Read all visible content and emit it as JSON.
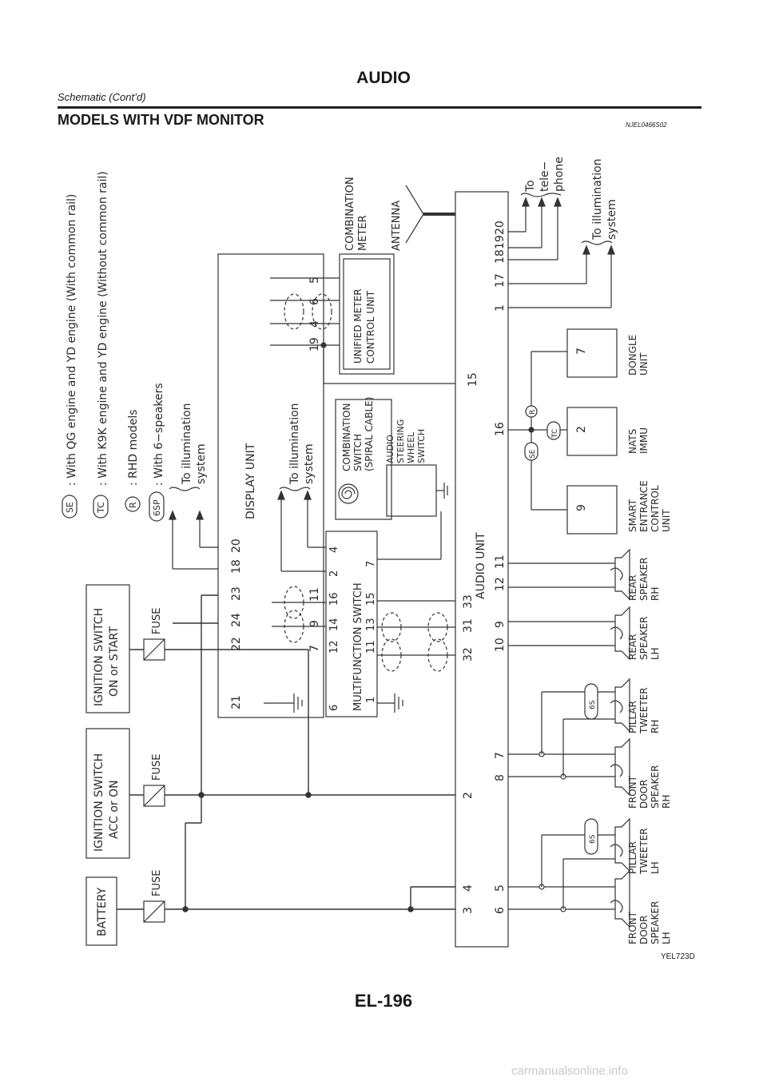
{
  "header": {
    "title": "AUDIO",
    "subtitle": "Schematic (Cont’d)"
  },
  "section": {
    "title": "MODELS WITH VDF MONITOR",
    "code": "NJEL0466S02"
  },
  "figure_code": "YEL723D",
  "page_number": "EL-196",
  "watermark": "carmanualsonline.info",
  "legend": [
    {
      "symbol": "SE",
      "text": ": With QG engine and YD engine (With common rail)"
    },
    {
      "symbol": "TC",
      "text": ": With K9K engine and YD engine (Without common rail)"
    },
    {
      "symbol": "R",
      "text": ": RHD models"
    },
    {
      "symbol": "6SP",
      "text": ": With 6−speakers"
    }
  ],
  "components": {
    "battery": "BATTERY",
    "ign_acc_1": "IGNITION SWITCH",
    "ign_acc_2": "ACC or ON",
    "ign_on_1": "IGNITION SWITCH",
    "ign_on_2": "ON or START",
    "fuse": "FUSE",
    "display_unit": "DISPLAY UNIT",
    "multifunction_switch": "MULTIFUNCTION SWITCH",
    "audio_unit": "AUDIO UNIT",
    "combo_meter_1": "COMBINATION",
    "combo_meter_2": "METER",
    "umcu_1": "UNIFIED METER",
    "umcu_2": "CONTROL UNIT",
    "antenna": "ANTENNA",
    "combo_switch_1": "COMBINATION",
    "combo_switch_2": "SWITCH",
    "combo_switch_3": "(SPIRAL CABLE)",
    "steer_1": "AUDIO",
    "steer_2": "STEERING",
    "steer_3": "WHEEL",
    "steer_4": "SWITCH",
    "illum_1": "To illumination",
    "illum_2": "system",
    "tel_1": "To",
    "tel_2": "tele−",
    "tel_3": "phone",
    "smart_1": "SMART",
    "smart_2": "ENTRANCE",
    "smart_3": "CONTROL",
    "smart_4": "UNIT",
    "nats_1": "NATS",
    "nats_2": "IMMU",
    "dongle_1": "DONGLE",
    "dongle_2": "UNIT",
    "fds_lh_1": "FRONT",
    "fds_lh_2": "DOOR",
    "fds_lh_3": "SPEAKER",
    "fds_lh_4": "LH",
    "ptw_lh_1": "PILLAR",
    "ptw_lh_2": "TWEETER",
    "ptw_lh_3": "LH",
    "fds_rh_1": "FRONT",
    "fds_rh_2": "DOOR",
    "fds_rh_3": "SPEAKER",
    "fds_rh_4": "RH",
    "ptw_rh_1": "PILLAR",
    "ptw_rh_2": "TWEETER",
    "ptw_rh_3": "RH",
    "rsp_lh_1": "REAR",
    "rsp_lh_2": "SPEAKER",
    "rsp_lh_3": "LH",
    "rsp_rh_1": "REAR",
    "rsp_rh_2": "SPEAKER",
    "rsp_rh_3": "RH",
    "six_s": "6S",
    "smart_pin": "9",
    "nats_pin": "2",
    "dongle_pin": "7"
  },
  "pins": {
    "display_top": [
      "21",
      "22",
      "24",
      "23",
      "18",
      "20",
      "19",
      "4",
      "6",
      "5"
    ],
    "display_bottom": [
      "7",
      "9",
      "11"
    ],
    "mfs_top": [
      "6",
      "12",
      "14",
      "16",
      "2",
      "4"
    ],
    "mfs_bottom": [
      "1",
      "11",
      "13",
      "15",
      "7"
    ],
    "audio_top": [
      "3",
      "4",
      "2",
      "32",
      "31",
      "33",
      "16",
      "15",
      "1",
      "17",
      "18",
      "19",
      "20"
    ],
    "audio_bottom": [
      "6",
      "5",
      "8",
      "7",
      "10",
      "9",
      "12",
      "11"
    ]
  }
}
